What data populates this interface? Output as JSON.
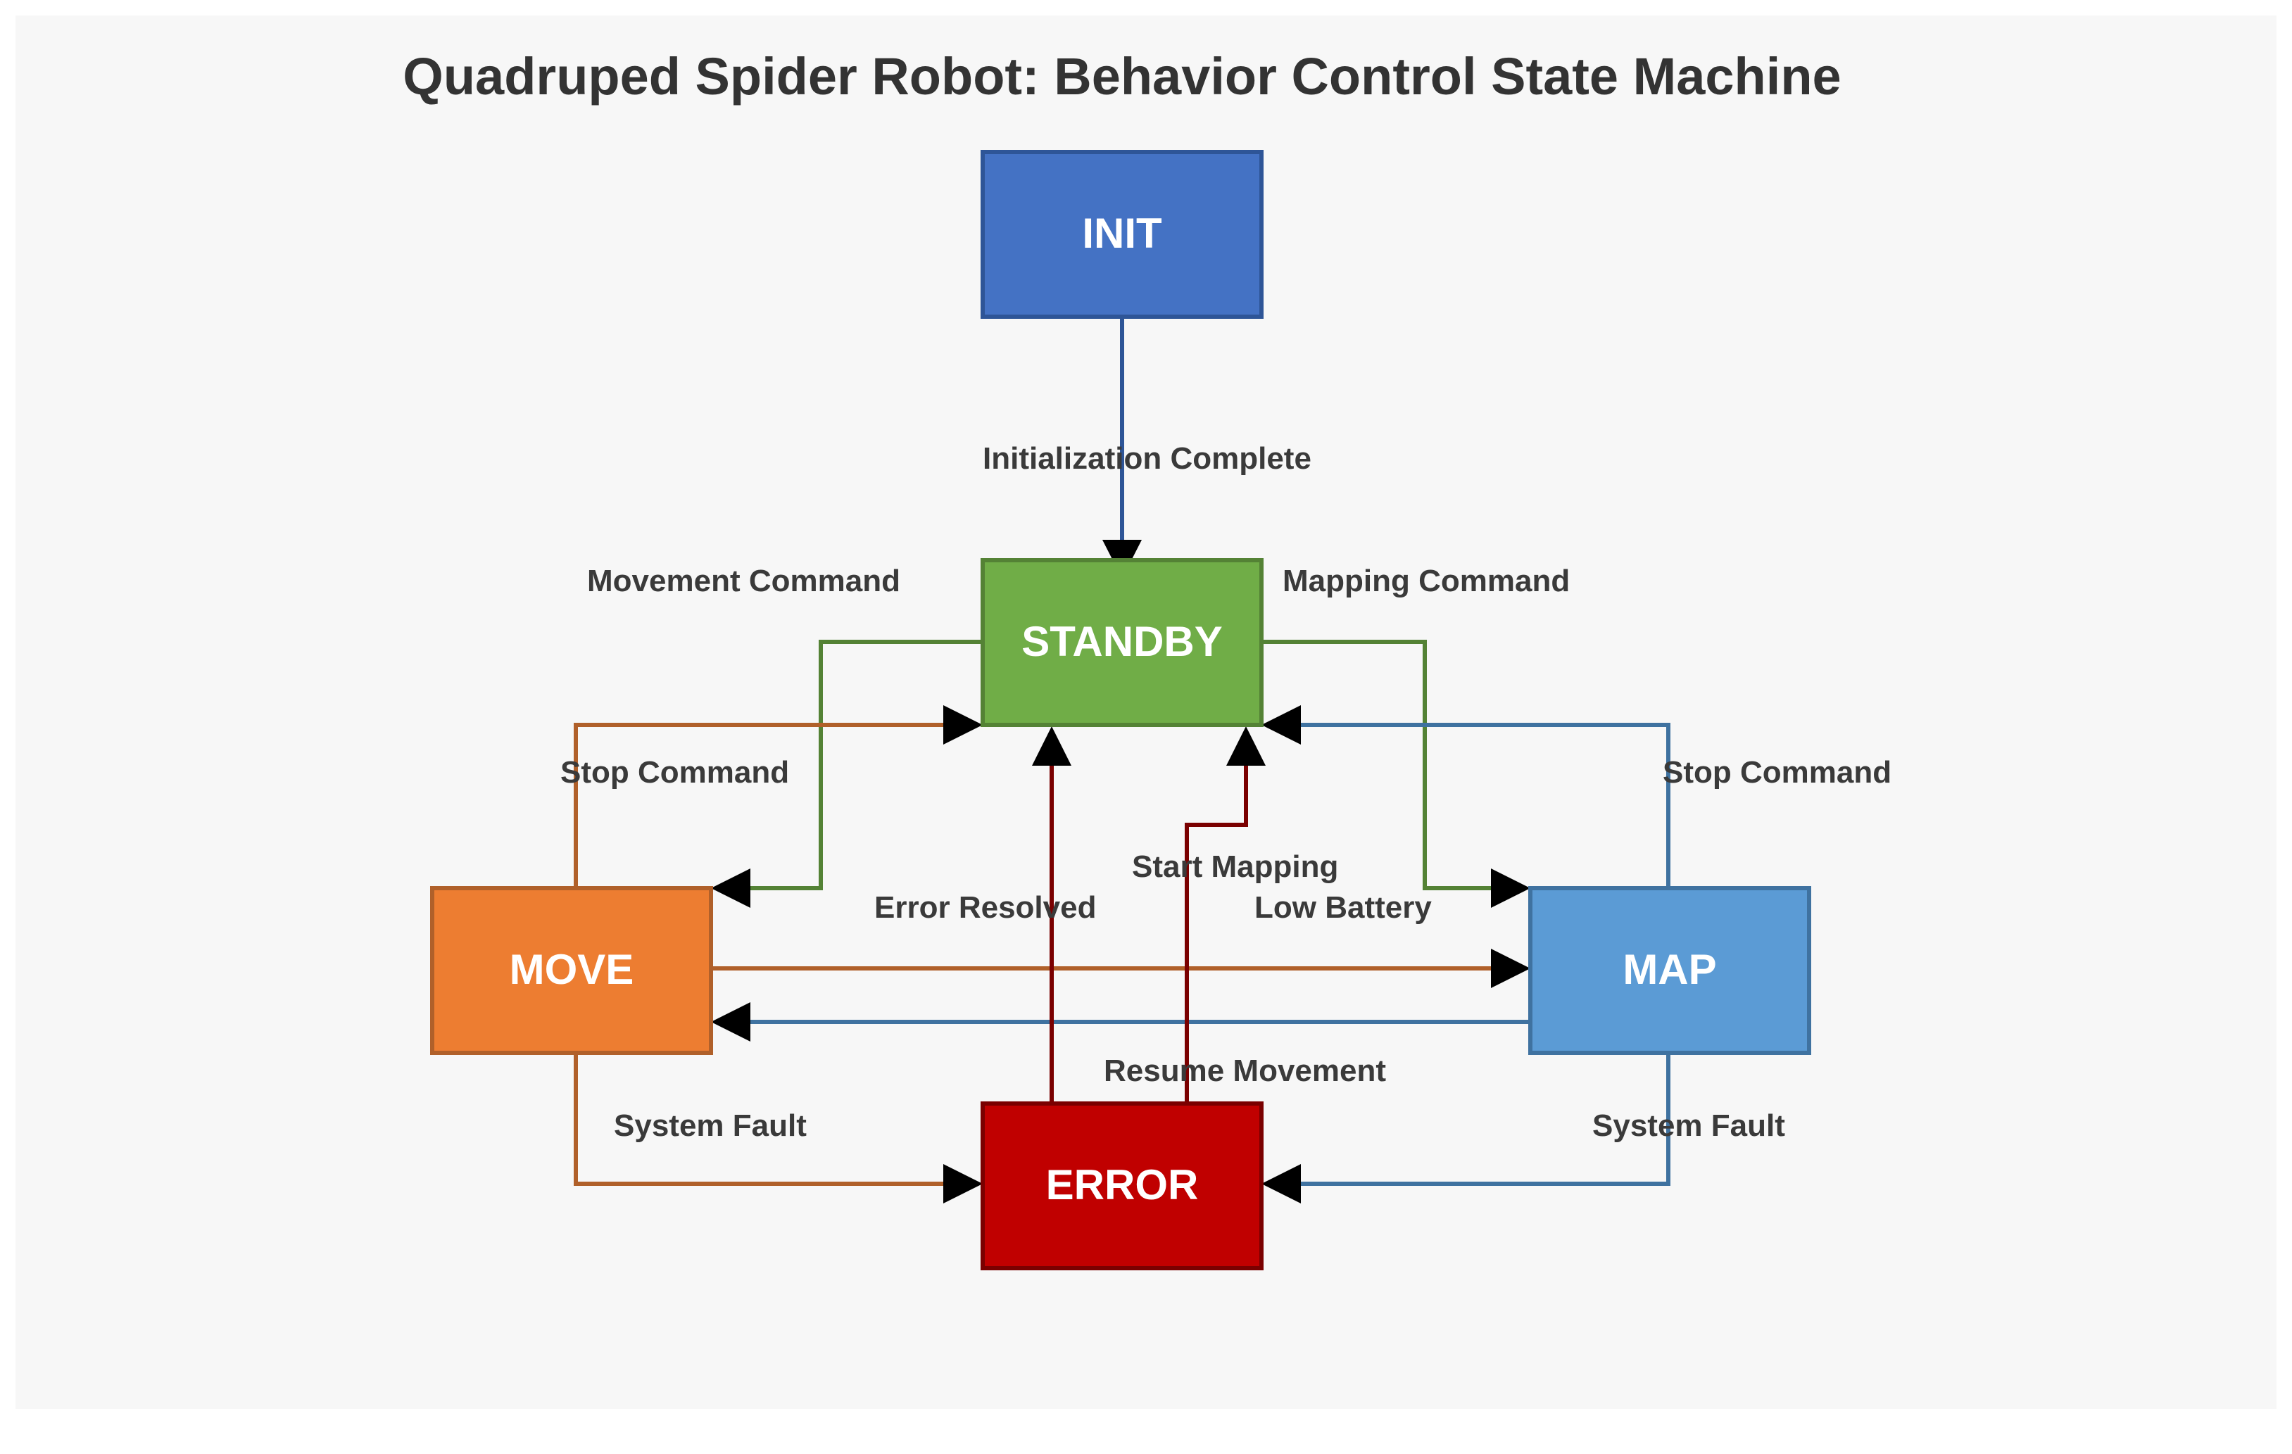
{
  "title": "Quadruped Spider Robot: Behavior Control State Machine",
  "colors": {
    "background": "#f7f7f7",
    "init": "#4472c4",
    "standby": "#70ad47",
    "move": "#ed7d31",
    "map": "#5b9bd5",
    "error": "#c00000",
    "edge_init": "#2e5597",
    "edge_standby": "#548235",
    "edge_move": "#b0602a",
    "edge_map": "#3f72a0",
    "edge_error": "#7a0000"
  },
  "states": {
    "init": "INIT",
    "standby": "STANDBY",
    "move": "MOVE",
    "map": "MAP",
    "error": "ERROR"
  },
  "transitions": {
    "init_standby": "Initialization Complete",
    "standby_move": "Movement Command",
    "standby_map": "Mapping Command",
    "move_standby": "Stop Command",
    "map_standby": "Stop Command",
    "move_map": "Start Mapping",
    "map_move": "Resume Movement",
    "error_standby": "Error Resolved",
    "error_standby_low": "Low Battery",
    "move_error": "System Fault",
    "map_error": "System Fault"
  }
}
